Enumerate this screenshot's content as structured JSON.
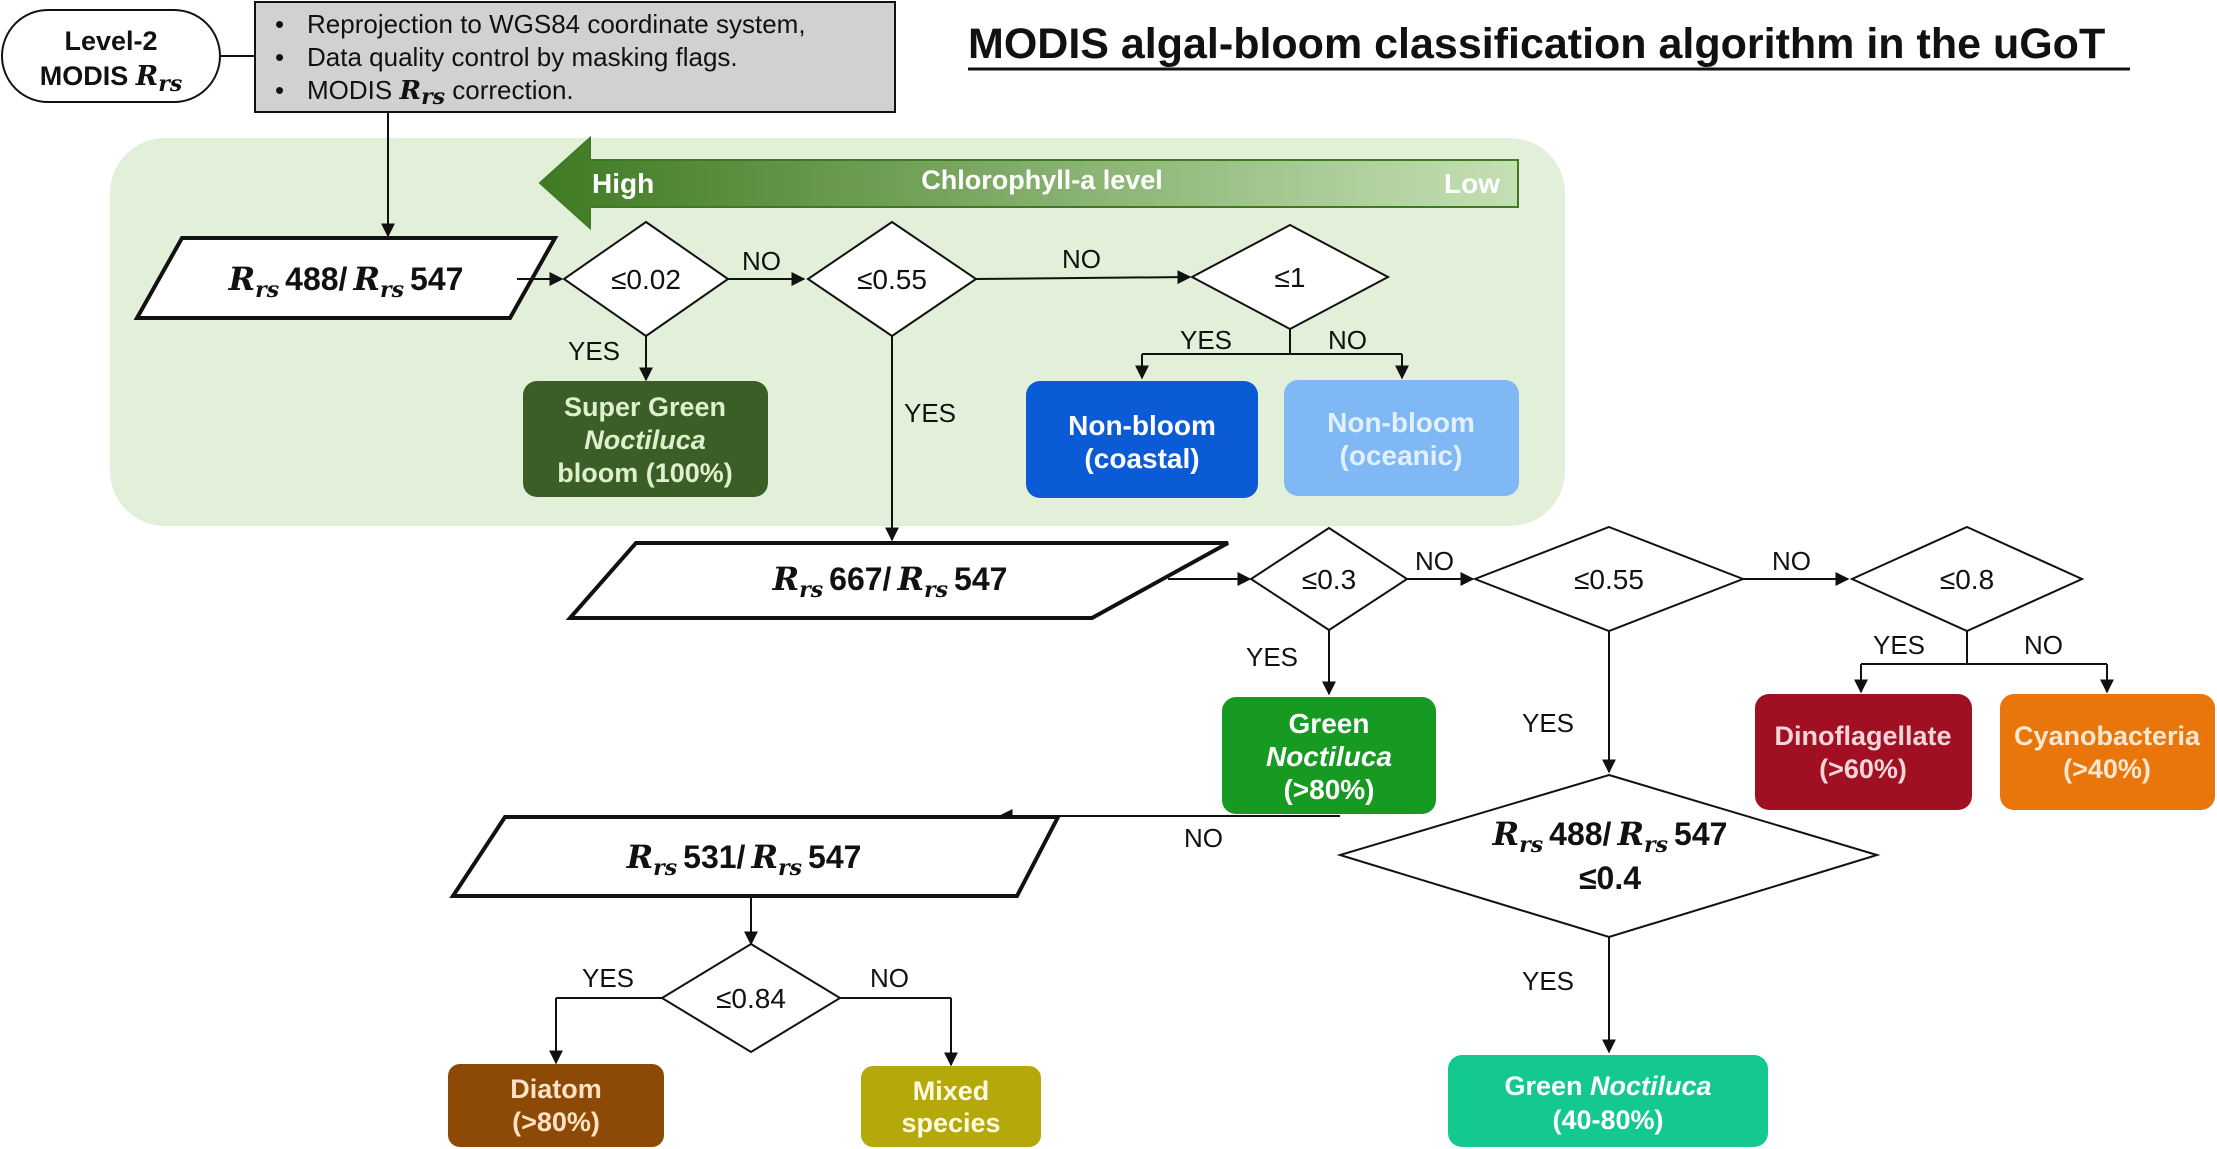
{
  "header": {
    "title": "MODIS algal-bloom classification algorithm in the uGoT"
  },
  "input": {
    "line1": "Level-2",
    "line2_prefix": "MODIS ",
    "rrs_main": "R",
    "rrs_sub": "rs"
  },
  "preprocessing": {
    "items": [
      "Reprojection to WGS84 coordinate system,",
      "Data quality control by masking flags.",
      "MODIS Rrs correction."
    ],
    "bullet": "•",
    "item3_prefix": "MODIS ",
    "item3_suffix": " correction."
  },
  "chlorophyll_bar": {
    "label": "Chlorophyll-a level",
    "high": "High",
    "low": "Low"
  },
  "ratios": {
    "r1": "488/",
    "r1_end": "547",
    "r2": "667/",
    "r2_end": "547",
    "r3": "531/",
    "r3_end": "547",
    "r4": "488/",
    "r4_end": "547",
    "r4_cond": "≤0.4"
  },
  "conditions": {
    "c1": "≤0.02",
    "c2": "≤0.55",
    "c3": "≤1",
    "c4": "≤0.3",
    "c5": "≤0.55",
    "c6": "≤0.8",
    "c7": "≤0.84"
  },
  "branch_labels": {
    "yes": "YES",
    "no": "NO"
  },
  "results": {
    "super_green": {
      "line1": "Super Green",
      "line2": "Noctiluca",
      "line3": "bloom (100%)",
      "color": "#3b5e27",
      "text_color": "#dff0cf"
    },
    "nonbloom_coastal": {
      "line1": "Non-bloom",
      "line2": "(coastal)",
      "color": "#0b5bd6"
    },
    "nonbloom_oceanic": {
      "line1": "Non-bloom",
      "line2": "(oceanic)",
      "color": "#7fb8f5",
      "text_color": "#e3f1ff"
    },
    "green_noct_80": {
      "line1": "Green",
      "line2": "Noctiluca",
      "line3": "(>80%)",
      "color": "#169a22"
    },
    "dinoflagellate": {
      "line1": "Dinoflagellate",
      "line2": "(>60%)",
      "color": "#a10f23",
      "text_color": "#f6d5da"
    },
    "cyanobacteria": {
      "line1": "Cyanobacteria",
      "line2": "(>40%)",
      "color": "#e9760b",
      "text_color": "#ffe8d2"
    },
    "green_noct_40_80": {
      "line1_a": "Green ",
      "line1_b": "Noctiluca",
      "line2": "(40-80%)",
      "color": "#13c98f"
    },
    "diatom": {
      "line1": "Diatom",
      "line2": "(>80%)",
      "color": "#8c4a06",
      "text_color": "#ffe2c4"
    },
    "mixed": {
      "line1": "Mixed",
      "line2": "species",
      "color": "#b4a80a",
      "text_color": "#fffbe0"
    }
  },
  "colors": {
    "green_panel": "#e2efd9",
    "arrow_dark": "#3f7a23",
    "arrow_light": "#c5e0b3",
    "preproc_fill": "#d1d1d1"
  }
}
